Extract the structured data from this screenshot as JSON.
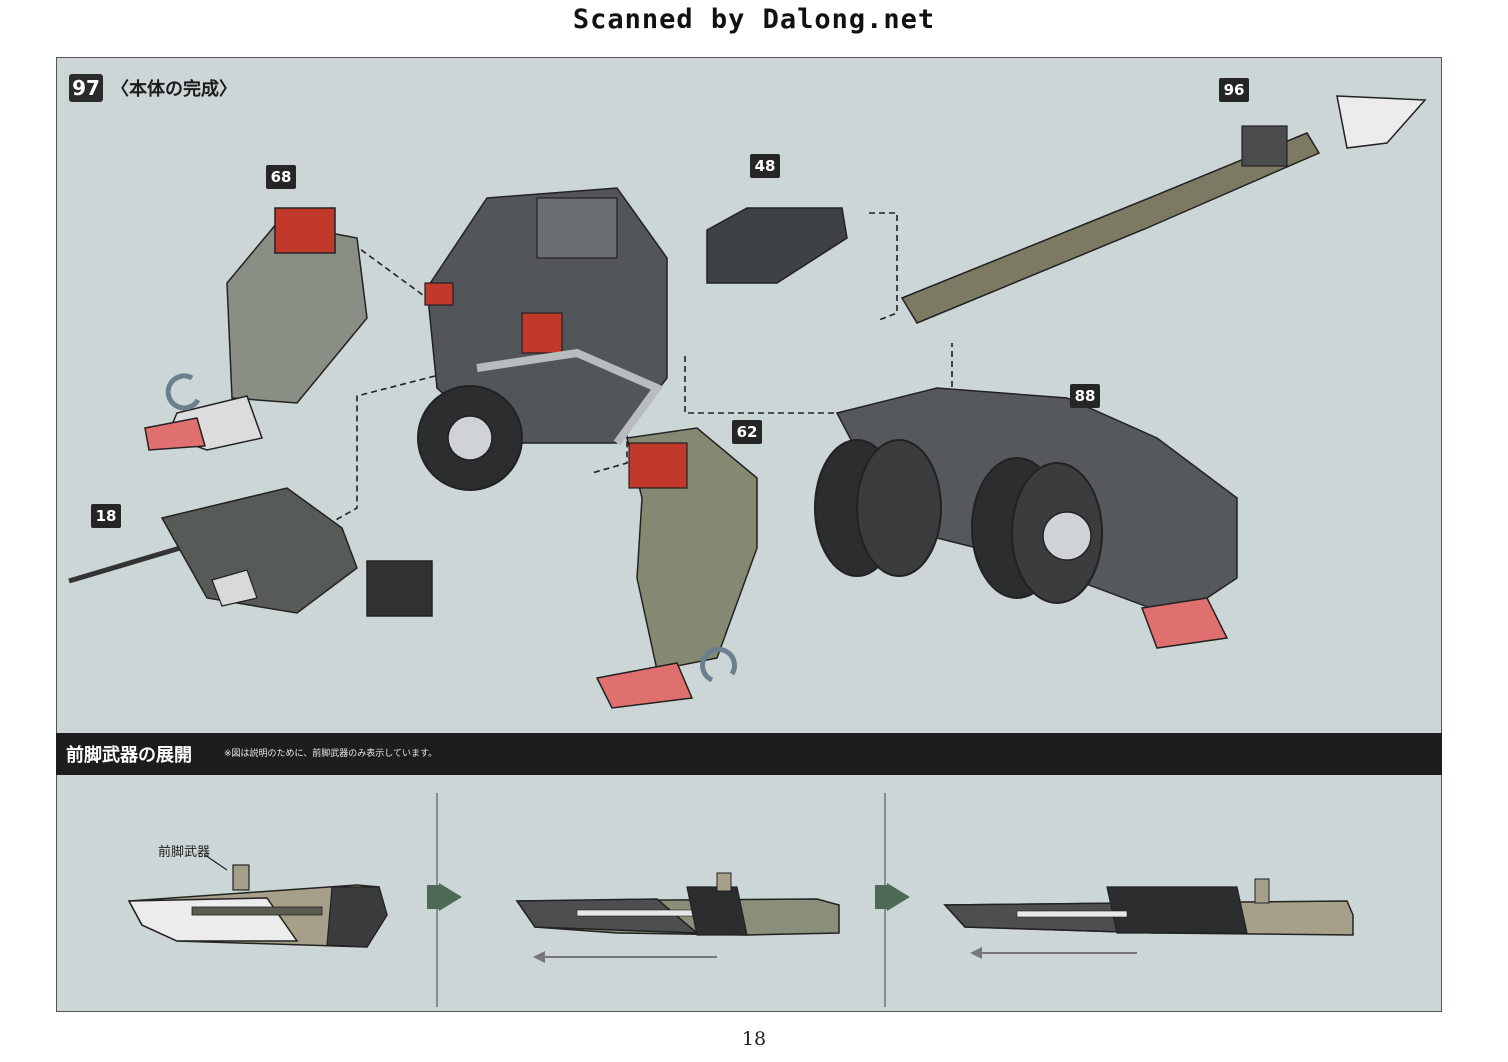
{
  "watermark": "Scanned by Dalong.net",
  "step": {
    "number": "97",
    "title": "〈本体の完成〉"
  },
  "part_tags": [
    "68",
    "48",
    "96",
    "18",
    "62",
    "88"
  ],
  "section": {
    "title": "前脚武器の展開",
    "note": "※図は説明のために、前脚武器のみ表示しています。"
  },
  "weapon_label": "前脚武器",
  "page_number": "18"
}
